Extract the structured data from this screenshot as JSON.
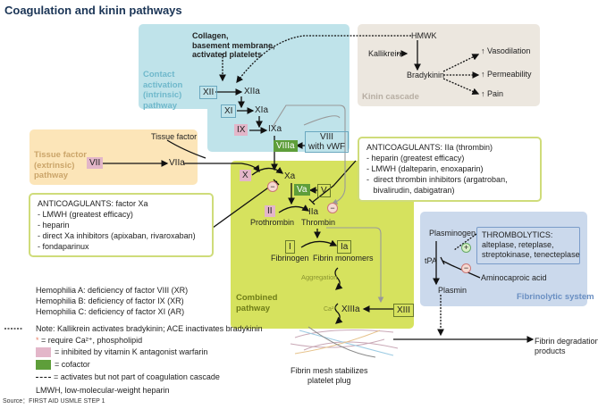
{
  "title": "Coagulation and kinin pathways",
  "regions": {
    "contact": "Contact\nactivation\n(intrinsic)\npathway",
    "kinin": "Kinin cascade",
    "tissue": "Tissue factor\n(extrinsic)\npathway",
    "combined": "Combined\npathway",
    "fibrinolytic": "Fibrinolytic system"
  },
  "contact": {
    "trigger": "Collagen,\nbasement membrane,\nactivated platelets",
    "XII": "XII",
    "XIIa": "XIIa",
    "XI": "XI",
    "XIa": "XIa",
    "IX": "IX",
    "IXa": "IXa",
    "VIIIa": "VIIIa",
    "VIII": "VIII\nwith vWF"
  },
  "kinin": {
    "hmwk": "HMWK",
    "kallikrein": "Kallikrein",
    "bradykinin": "Bradykinin",
    "effects": [
      "↑ Vasodilation",
      "↑ Permeability",
      "↑ Pain"
    ]
  },
  "tissue": {
    "tf": "Tissue factor",
    "VII": "VII",
    "VIIa": "VIIa"
  },
  "combined": {
    "X": "X",
    "Xa": "Xa",
    "Va": "Va",
    "V": "V",
    "II": "II",
    "IIa": "IIa",
    "prothrombin": "Prothrombin",
    "thrombin": "Thrombin",
    "I": "I",
    "Ia": "Ia",
    "fibrinogen": "Fibrinogen",
    "monomers": "Fibrin monomers",
    "aggregation": "Aggregation",
    "ca": "Ca²⁺",
    "XIIIa": "XIIIa",
    "XIII": "XIII"
  },
  "anti_iia": {
    "title": "ANTICOAGULANTS: IIa (thrombin)",
    "items": [
      "-  heparin (greatest efficacy)",
      "-  LMWH (dalteparin, enoxaparin)",
      "-  direct thrombin inhibitors (argatroban,\n   bivalirudin, dabigatran)"
    ]
  },
  "anti_xa": {
    "title": "ANTICOAGULANTS: factor Xa",
    "items": [
      "- LMWH (greatest efficacy)",
      "- heparin",
      "- direct Xa inhibitors (apixaban, rivaroxaban)",
      "- fondaparinux"
    ]
  },
  "fibrinolysis": {
    "plasminogen": "Plasminogen",
    "tpa": "tPA",
    "plasmin": "Plasmin",
    "thrombolytics_title": "THROMBOLYTICS:",
    "thrombolytics": "alteplase, reteplase,\nstreptokinase, tenecteplase",
    "aminocaproic": "Aminocaproic acid",
    "plus": "+",
    "minus": "−"
  },
  "mesh": "Fibrin mesh stabilizes\nplatelet plug",
  "degradation": "Fibrin degradation\nproducts",
  "hemophilia": [
    "Hemophilia A: deficiency of factor VIII (XR)",
    "Hemophilia B: deficiency of factor IX (XR)",
    "Hemophilia C: deficiency of factor XI (AR)"
  ],
  "legend": {
    "note": "Note: Kallikrein activates bradykinin; ACE inactivates bradykinin",
    "star": "*",
    "star_text": " = require Ca²⁺, phospholipid",
    "pink": "= inhibited by vitamin K antagonist warfarin",
    "green": "= cofactor",
    "dashed": "= activates but not part of coagulation cascade",
    "lmwh": "LMWH, low-molecular-weight heparin"
  },
  "source": "Source：FIRST AID USMLE STEP 1",
  "colors": {
    "contact": "#bfe3ea",
    "kinin": "#ece7df",
    "tissue": "#fce5b8",
    "combined": "#d6e25e",
    "fibrinolytic": "#cbd9ec",
    "pink": "#e3b6c9",
    "green": "#5e9e3a",
    "star": "#e8826a"
  }
}
